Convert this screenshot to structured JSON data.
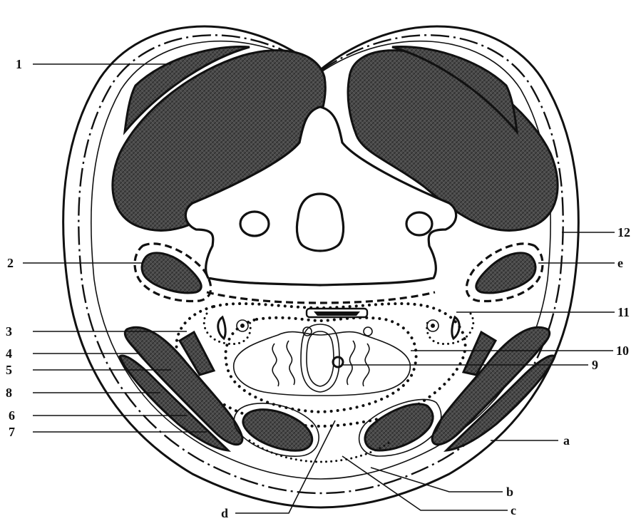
{
  "figure": {
    "colors": {
      "ink": "#111111",
      "muscle_fill": "#4a4a4a",
      "background": "#ffffff"
    },
    "labels_left": [
      "1",
      "2",
      "3",
      "4",
      "5",
      "8",
      "6",
      "7"
    ],
    "labels_right": [
      "12",
      "e",
      "11",
      "10",
      "9",
      "a",
      "b",
      "c"
    ],
    "labels_bottom": [
      "d"
    ]
  }
}
